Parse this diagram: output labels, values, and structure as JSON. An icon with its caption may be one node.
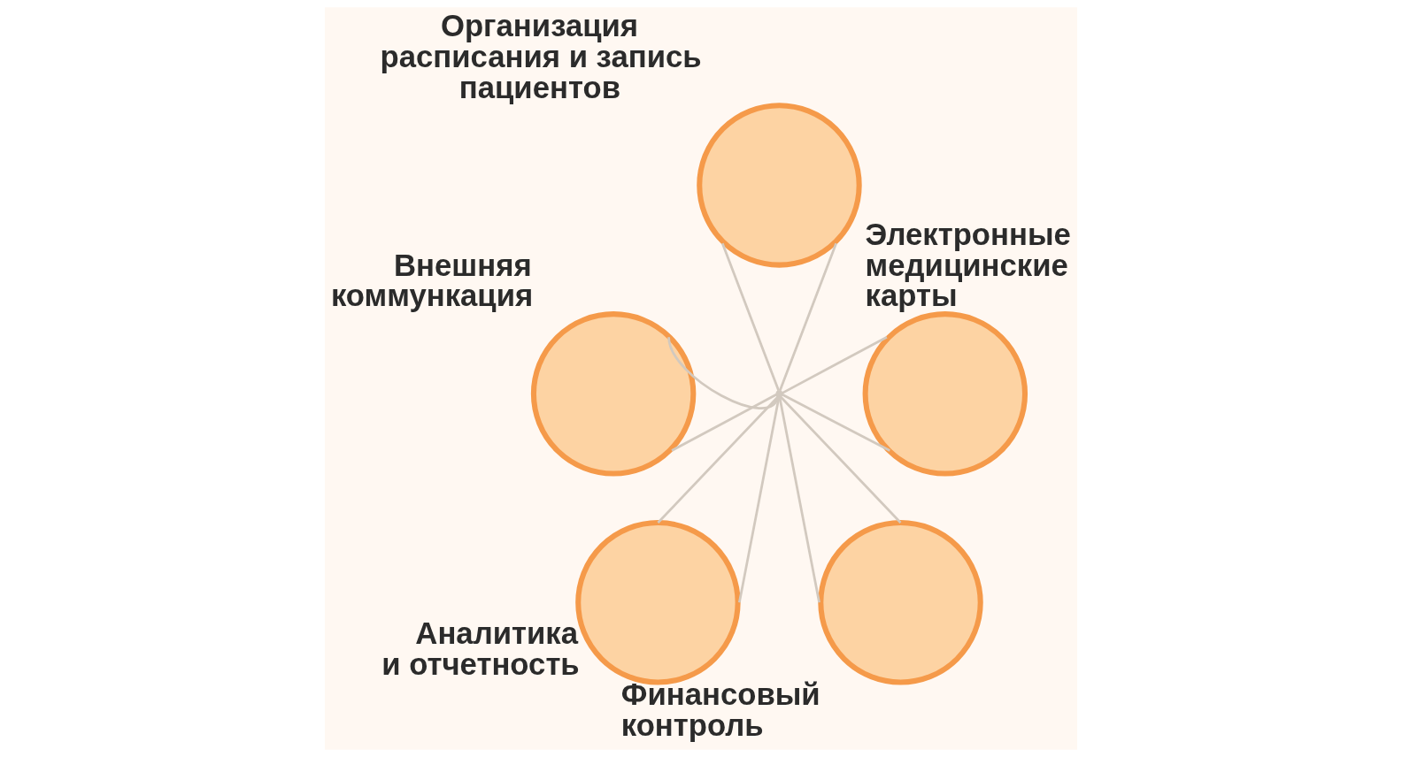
{
  "diagram": {
    "nodes": [
      {
        "text": [
          "Организация расписания и запись пациентов"
        ]
      },
      {
        "text": [
          "Внешняя коммункация"
        ]
      },
      {
        "text": [
          "Электронные медицинские карты"
        ]
      },
      {
        "text": [],
        "shape": "point"
      },
      {
        "text": [
          "Аналитика и отчетность"
        ]
      },
      {
        "text": [
          "Финансовый контроль"
        ]
      }
    ],
    "edges": [
      {
        "from": 0,
        "to": 3,
        "arrow": "none"
      },
      {
        "from": 0,
        "to": 3,
        "arrow": "none"
      },
      {
        "from": 1,
        "to": 3,
        "arrow": "none"
      },
      {
        "from": 1,
        "to": 3,
        "arrow": "none"
      },
      {
        "from": 2,
        "to": 3,
        "arrow": "none"
      },
      {
        "from": 2,
        "to": 3,
        "arrow": "none"
      },
      {
        "from": 4,
        "to": 3,
        "arrow": "none"
      },
      {
        "from": 4,
        "to": 3,
        "arrow": "none"
      },
      {
        "from": 5,
        "to": 3,
        "arrow": "none"
      },
      {
        "from": 5,
        "to": 3,
        "arrow": "none"
      }
    ]
  }
}
